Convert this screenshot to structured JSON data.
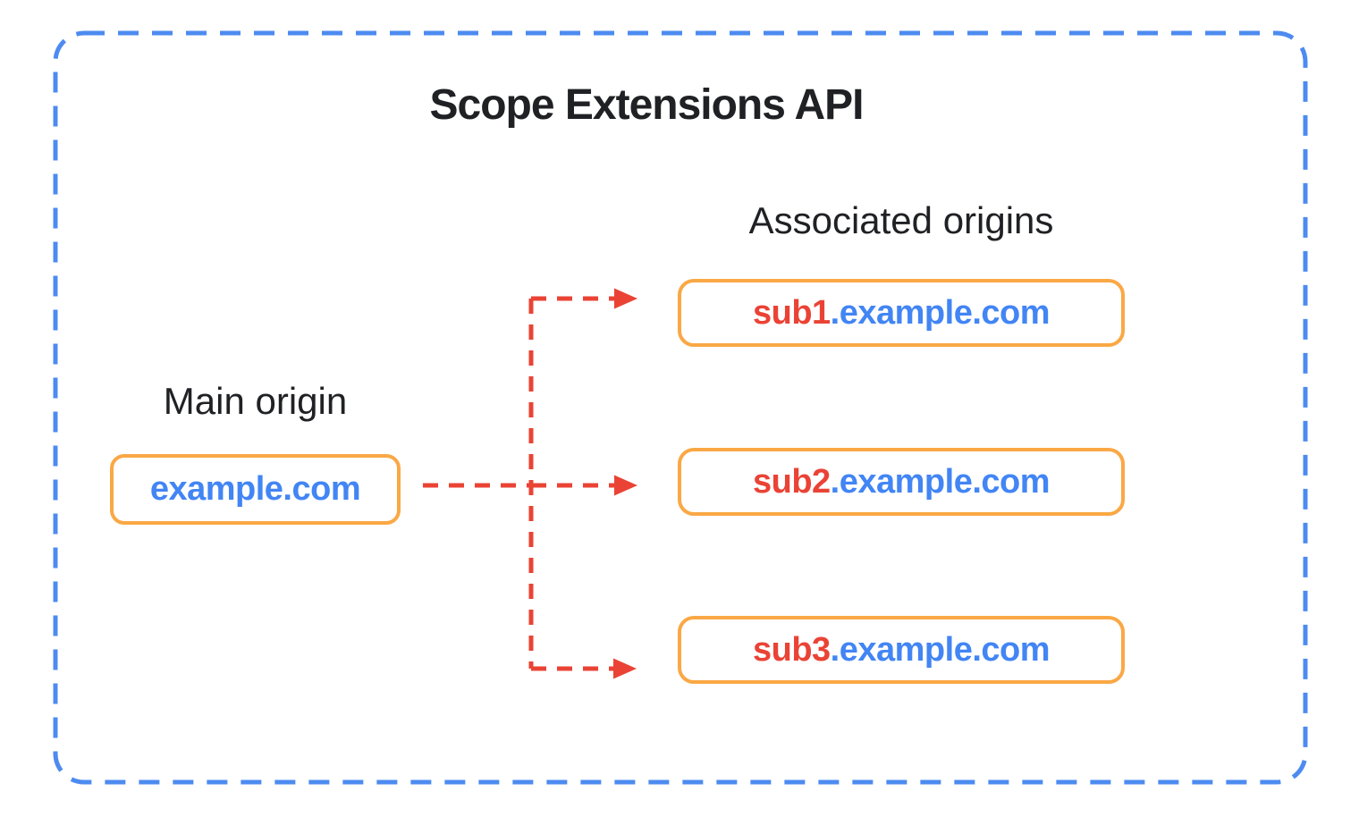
{
  "diagram": {
    "title": "Scope Extensions API",
    "main_origin": {
      "label": "Main origin",
      "domain": "example.com"
    },
    "associated_origins": {
      "label": "Associated origins",
      "items": [
        {
          "subdomain": "sub1",
          "suffix": ".example.com"
        },
        {
          "subdomain": "sub2",
          "suffix": ".example.com"
        },
        {
          "subdomain": "sub3",
          "suffix": ".example.com"
        }
      ]
    },
    "colors": {
      "boundary_dashed_blue": "#4D8BF0",
      "arrow_dashed_red": "#EA4335",
      "box_border_orange": "#FAA845",
      "domain_text_blue": "#4285F4",
      "subdomain_text_red": "#EA4335",
      "heading_text": "#202124",
      "background": "#FFFFFF"
    }
  }
}
